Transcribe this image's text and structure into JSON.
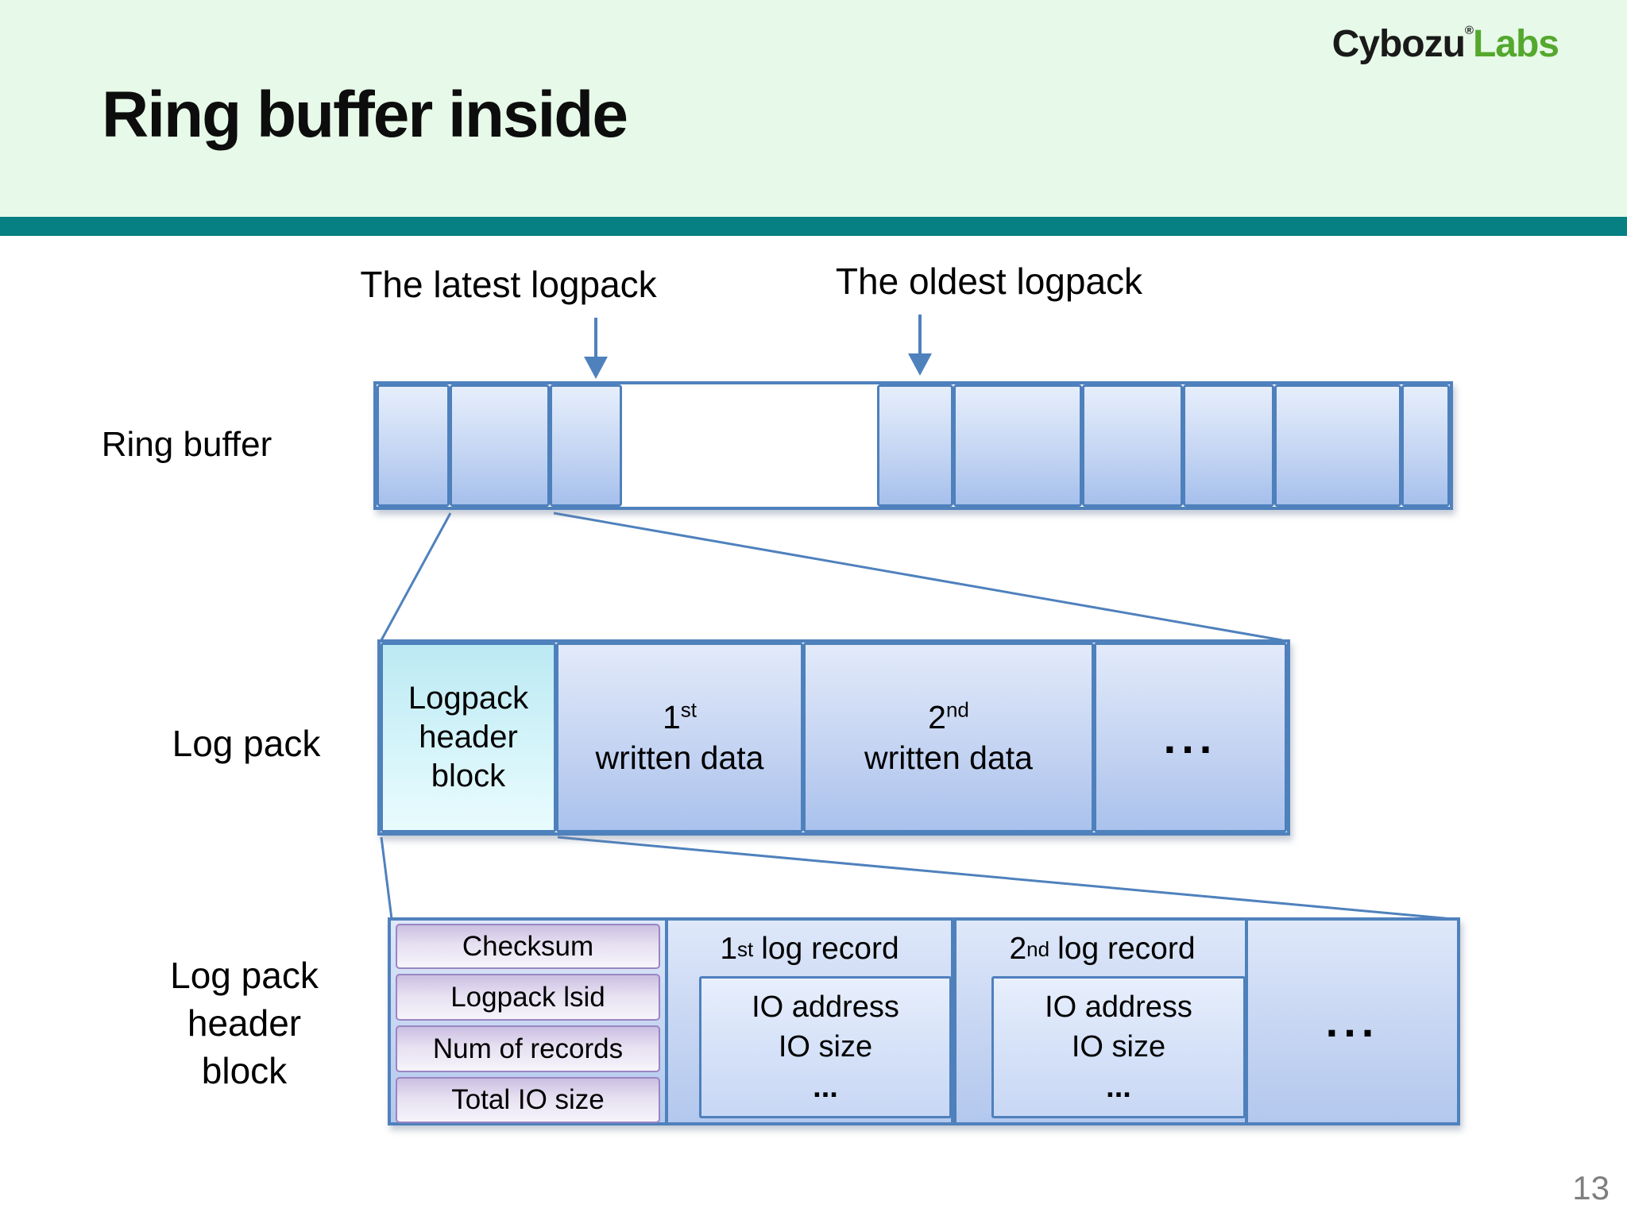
{
  "header": {
    "title": "Ring buffer inside",
    "logo": {
      "brand": "Cybozu",
      "reg": "®",
      "labs": "Labs"
    }
  },
  "page_number": "13",
  "annotations": {
    "latest": "The latest logpack",
    "oldest": "The oldest logpack"
  },
  "ring_buffer": {
    "label": "Ring buffer"
  },
  "log_pack": {
    "label": "Log pack",
    "header_cell_lines": [
      "Logpack",
      "header",
      "block"
    ],
    "data_cells": [
      {
        "num": "1",
        "sup": "st",
        "label": "written data"
      },
      {
        "num": "2",
        "sup": "nd",
        "label": "written data"
      }
    ],
    "ellipsis": "..."
  },
  "header_block": {
    "label_lines": [
      "Log pack",
      "header",
      "block"
    ],
    "fields": [
      "Checksum",
      "Logpack lsid",
      "Num of records",
      "Total IO size"
    ],
    "records": [
      {
        "num": "1",
        "sup": "st",
        "label": "log record",
        "lines": [
          "IO address",
          "IO size",
          "..."
        ]
      },
      {
        "num": "2",
        "sup": "nd",
        "label": "log record",
        "lines": [
          "IO address",
          "IO size",
          "..."
        ]
      }
    ],
    "ellipsis": "..."
  },
  "colors": {
    "accent_blue": "#4f81bd",
    "teal_bar": "#078084",
    "header_green": "#e7f9e8",
    "logo_green": "#54a82e",
    "page_number_gray": "#7f7f7f"
  }
}
